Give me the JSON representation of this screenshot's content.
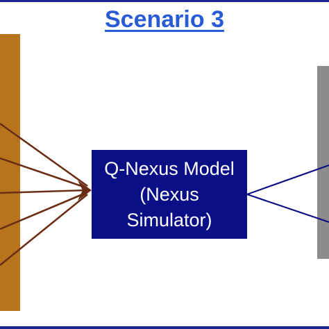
{
  "title": "Scenario 3",
  "model_box": {
    "line1": "Q-Nexus Model",
    "line2": "(Nexus",
    "line3": "Simulator)"
  },
  "colors": {
    "frame": "#1a2590",
    "title": "#2a5bd7",
    "left_bar": "#b8741c",
    "right_bar": "#8c8c8c",
    "model_box": "#0b0f86",
    "input_arrow": "#6b2e14",
    "output_arrow": "#0b0f86"
  }
}
